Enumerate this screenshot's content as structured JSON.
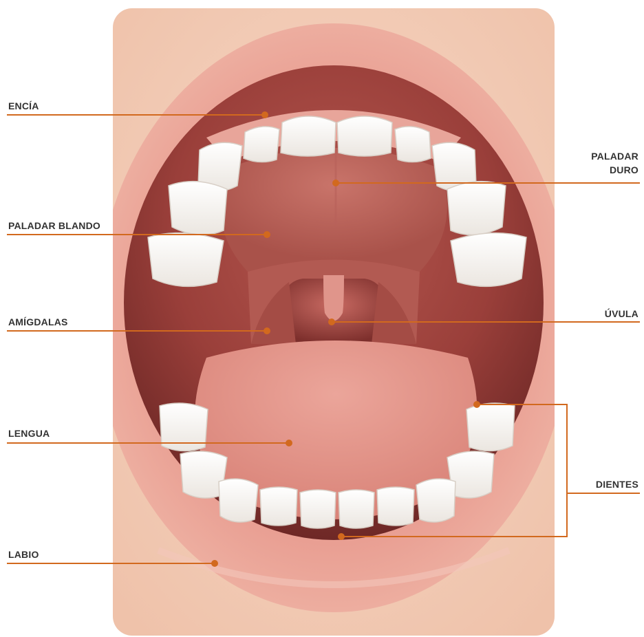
{
  "colors": {
    "leader": "#d2691e",
    "label_text": "#333333",
    "background": "#ffffff"
  },
  "labels": {
    "encia": "ENCÍA",
    "paladar_duro_line1": "PALADAR",
    "paladar_duro_line2": "DURO",
    "paladar_blando": "PALADAR BLANDO",
    "amigdalas": "AMÍGDALAS",
    "uvula": "ÚVULA",
    "lengua": "LENGUA",
    "dientes": "DIENTES",
    "labio": "LABIO"
  }
}
